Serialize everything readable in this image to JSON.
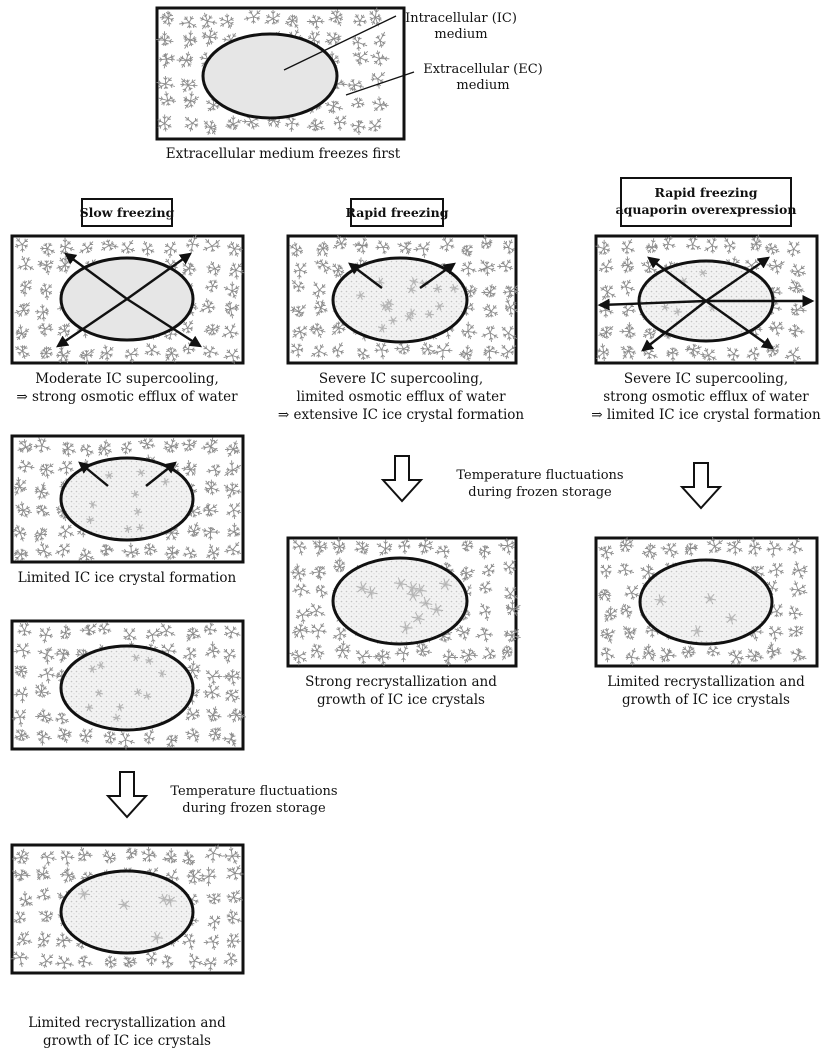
{
  "top_panel": {
    "ic_label_line1": "Intracellular (IC)",
    "ic_label_line2": "medium",
    "ec_label_line1": "Extracellular (EC)",
    "ec_label_line2": "medium",
    "caption": "Extracellular medium freezes first"
  },
  "headers": {
    "slow": "Slow freezing",
    "rapid": "Rapid freezing",
    "aqp_line1": "Rapid freezing",
    "aqp_line2": "aquaporin overexpression"
  },
  "captions": {
    "slow_1_line1": "Moderate IC supercooling,",
    "slow_1_line2": "⇒ strong osmotic efflux of water",
    "rapid_1_line1": "Severe IC supercooling,",
    "rapid_1_line2": "limited osmotic efflux of water",
    "rapid_1_line3": "⇒ extensive IC ice crystal formation",
    "aqp_1_line1": "Severe IC supercooling,",
    "aqp_1_line2": "strong osmotic efflux of water",
    "aqp_1_line3": "⇒ limited IC ice crystal formation",
    "slow_2": "Limited IC ice crystal formation",
    "rapid_3_line1": "Strong recrystallization and",
    "rapid_3_line2": "growth of IC ice crystals",
    "aqp_3_line1": "Limited recrystallization and",
    "aqp_3_line2": "growth of IC ice crystals",
    "slow_4_line1": "Limited recrystallization and",
    "slow_4_line2": "growth of IC ice crystals"
  },
  "fluctuation_label": {
    "line1": "Temperature fluctuations",
    "line2": "during frozen storage"
  },
  "colors": {
    "outline": "#111111",
    "ec_ice": "#8a8a8a",
    "ic_fill_unfrozen": "#e6e6e6",
    "ic_fill_frozen": "#f0f0f0",
    "ic_crystal": "#b5b5b5"
  }
}
